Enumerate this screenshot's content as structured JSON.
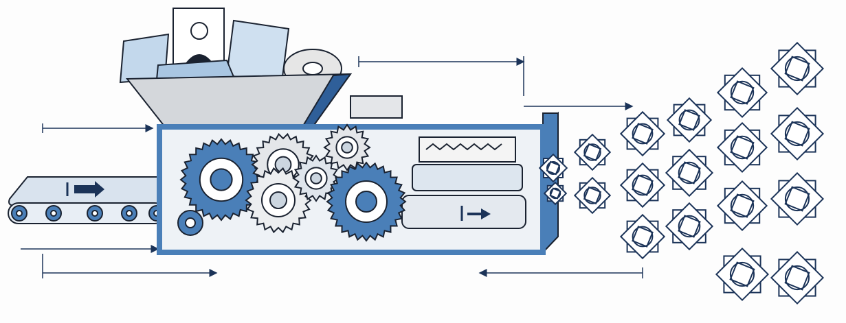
{
  "illustration": {
    "subject": "document-shredding-machine",
    "colors": {
      "primary_blue": "#4a7fb8",
      "light_blue": "#b9d2ea",
      "dark_navy": "#1b3358",
      "outline": "#1a2230",
      "grey": "#cfd3d8",
      "background": "#fdfdfd"
    },
    "icons": [
      "conveyor-belt",
      "hopper",
      "gear",
      "roller",
      "arrow",
      "star-pattern",
      "portrait-photo",
      "document",
      "disc"
    ]
  }
}
